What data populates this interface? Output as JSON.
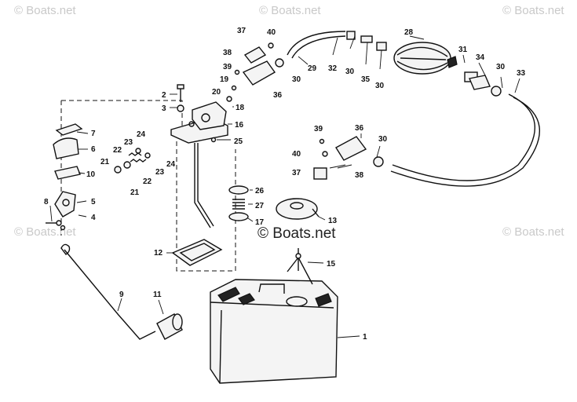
{
  "watermark": {
    "text": "© Boats.net",
    "center_text": "© Boats.net"
  },
  "callouts": [
    "1",
    "2",
    "3",
    "4",
    "5",
    "6",
    "7",
    "8",
    "9",
    "10",
    "11",
    "12",
    "13",
    "15",
    "16",
    "17",
    "18",
    "19",
    "20",
    "21",
    "22",
    "23",
    "24",
    "25",
    "26",
    "27",
    "28",
    "29",
    "30",
    "31",
    "32",
    "33",
    "34",
    "35",
    "36",
    "37",
    "38",
    "39",
    "40"
  ],
  "colors": {
    "line": "#111111",
    "background": "#ffffff",
    "watermark": "#c9c9c9"
  }
}
